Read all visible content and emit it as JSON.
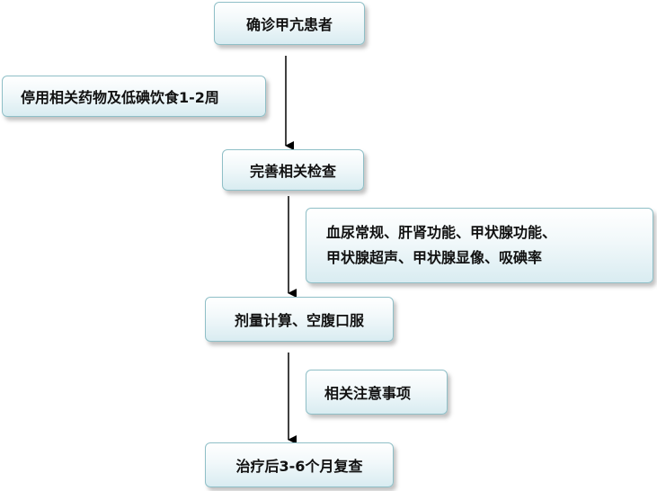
{
  "steps": {
    "diagnose": "确诊甲亢患者",
    "stop_drugs": "停用相关药物及低碘饮食1-2周",
    "exam": "完善相关检查",
    "exam_items_line1": "血尿常规、肝肾功能、甲状腺功能、",
    "exam_items_line2": "甲状腺超声、甲状腺显像、吸碘率",
    "dose": "剂量计算、空腹口服",
    "notes": "相关注意事项",
    "followup": "治疗后3-6个月复查"
  },
  "colors": {
    "box_border": "#8fbfc7",
    "box_fill_top": "#ffffff",
    "box_fill_bottom": "#d9ecf1",
    "arrow": "#000000"
  }
}
